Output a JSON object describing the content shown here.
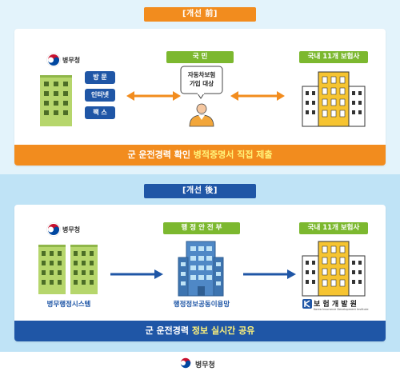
{
  "before": {
    "badge": "[개선 前]",
    "ministry": "병무청",
    "contact_methods": [
      "방 문",
      "인터넷",
      "팩 스"
    ],
    "citizen_label": "국 민",
    "speech": [
      "자동차보험",
      "가입 대상"
    ],
    "insurers_label": "국내 11개 보험사",
    "footer_pre": "군 운전경력 확인 ",
    "footer_hl": "병적증명서 직접 제출",
    "colors": {
      "accent": "#f28c1e",
      "footer": "#f28c1e"
    }
  },
  "after": {
    "badge": "[개선 後]",
    "ministry": "병무청",
    "system_caption": "병무행정시스템",
    "mois_label": "행 정 안 전 부",
    "mois_caption": "행정정보공동이용망",
    "insurers_label": "국내 11개 보험사",
    "kidi_name": "보 험 개 발 원",
    "kidi_sub": "Korea Insurance Development Institute",
    "footer_pre": "군 운전경력 ",
    "footer_hl": "정보 실시간 공유",
    "colors": {
      "accent": "#1f56a6",
      "footer": "#1f56a6"
    }
  },
  "footer": {
    "ministry": "병무청"
  }
}
